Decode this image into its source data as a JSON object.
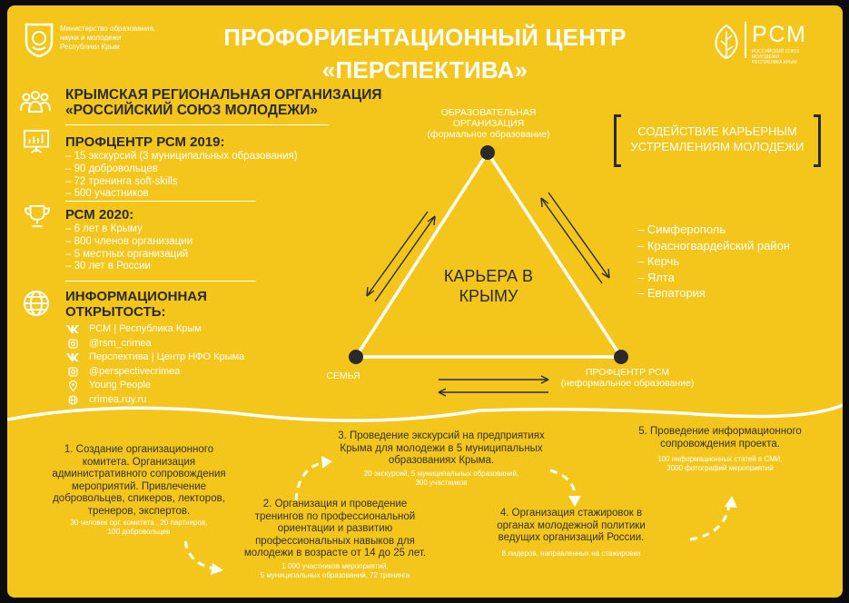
{
  "header": {
    "title_line1": "ПРОФОРИЕНТАЦИОННЫЙ ЦЕНТР",
    "title_line2": "«ПЕРСПЕКТИВА»",
    "ministry_lines": [
      "Министерство образования,",
      "науки и молодежи",
      "Республики Крым"
    ],
    "rsm_logo_text": "РСМ",
    "rsm_logo_sub": [
      "РОССИЙСКИЙ СОЮЗ МОЛОДЕЖИ",
      "РЕСПУБЛИКА КРЫМ"
    ]
  },
  "org": {
    "title_line1": "КРЫМСКАЯ РЕГИОНАЛЬНАЯ ОРГАНИЗАЦИЯ",
    "title_line2": "«РОССИЙСКИЙ СОЮЗ МОЛОДЕЖИ»"
  },
  "profcenter2019": {
    "title": "ПРОФЦЕНТР РСМ 2019:",
    "items": [
      "– 15 экскурсий (3 муниципальных образования)",
      "– 90 добровольцев",
      "– 72 тренинга soft-skills",
      "– 500 участников"
    ]
  },
  "rsm2020": {
    "title": "РСМ 2020:",
    "items": [
      "– 6 лет в Крыму",
      "– 800 членов организации",
      "– 5 местных организаций",
      "– 30 лет в России"
    ]
  },
  "info": {
    "title_line1": "ИНФОРМАЦИОННАЯ",
    "title_line2": "ОТКРЫТОСТЬ:",
    "links": [
      {
        "icon": "vk-icon",
        "text": "РСМ | Республика Крым"
      },
      {
        "icon": "instagram-icon",
        "text": "@rsm_crimea"
      },
      {
        "icon": "vk-icon",
        "text": "Перспектива | Центр НФО Крыма"
      },
      {
        "icon": "instagram-icon",
        "text": "@perspectivecrimea"
      },
      {
        "icon": "location-pin-icon",
        "text": "Young People"
      },
      {
        "icon": "globe-icon",
        "text": "crimea.ruy.ru"
      }
    ]
  },
  "triangle": {
    "top_label": [
      "ОБРАЗОВАТЕЛЬНАЯ",
      "ОРГАНИЗАЦИЯ",
      "(формальное образование)"
    ],
    "left_label": "СЕМЬЯ",
    "right_label": [
      "ПРОФЦЕНТР РСМ",
      "(неформальное образование)"
    ],
    "center_line1": "КАРЬЕРА В",
    "center_line2": "КРЫМУ"
  },
  "career_box": {
    "line1": "СОДЕЙСТВИЕ КАРЬЕРНЫМ",
    "line2": "УСТРЕМЛЕНИЯМ МОЛОДЕЖИ"
  },
  "cities": [
    "– Симферополь",
    "– Красногвардейский район",
    "– Керчь",
    "– Ялта",
    "– Евпатория"
  ],
  "steps": [
    {
      "lines": [
        "1. Создание организационного",
        "комитета. Организация",
        "административного сопровождения",
        "мероприятий. Привлечение",
        "добровольцев, спикеров, лекторов,",
        "тренеров, экспертов."
      ],
      "note": [
        "30 человек орг. комитета , 20 партнеров,",
        "100 добровольцев"
      ]
    },
    {
      "lines": [
        "2. Организация и проведение",
        "тренингов по профессиональной",
        "ориентации и развитию",
        "профессиональных навыков для",
        "молодежи в возрасте от 14 до 25 лет."
      ],
      "note": [
        "1 000 участников мероприятий,",
        "5 муниципальных образований, 72 тренинга"
      ]
    },
    {
      "lines": [
        "3. Проведение экскурсий на предприятиях",
        "Крыма для молодежи в 5 муниципальных",
        "образованиях Крыма."
      ],
      "note": [
        "20 экскурсий, 5 муниципальных образований,",
        "300 участников"
      ]
    },
    {
      "lines": [
        "4. Организация стажировок в",
        "органах молодежной политики",
        "ведущих организаций России."
      ],
      "note": [
        "8 лидеров, направленных на стажировки"
      ]
    },
    {
      "lines": [
        "5. Проведение информационного",
        "сопровождения проекта."
      ],
      "note": [
        "100 информационных статей в СМИ,",
        "3000 фотографий мероприятий"
      ]
    }
  ],
  "colors": {
    "background": "#f4c61b",
    "accent": "#ffffff",
    "dark": "#2a2a2a"
  }
}
